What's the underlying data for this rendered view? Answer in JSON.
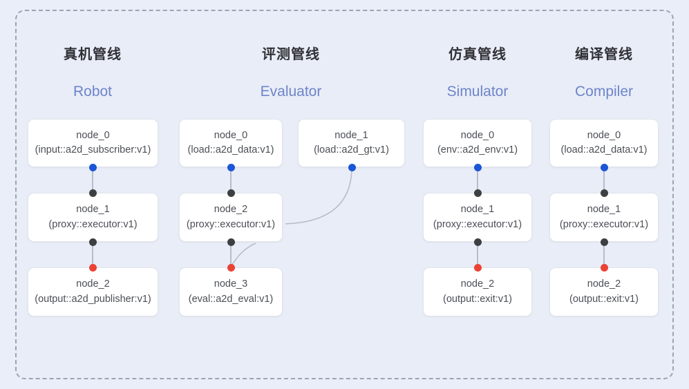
{
  "frame": {
    "border_color": "#9ba3b4",
    "background": "#e9edf8",
    "page_background": "#eaeef8"
  },
  "palette": {
    "port_input": "#1a56d6",
    "port_mid": "#3c4043",
    "port_output": "#ea4335",
    "edge": "#b9bcc6",
    "header_cn": "#2f3135",
    "header_en": "#6d84c8",
    "node_text": "#4b4e55",
    "node_fill": "#ffffff"
  },
  "columns": [
    {
      "id": "robot",
      "title_cn": "真机管线",
      "title_en": "Robot",
      "nodes": [
        {
          "name": "node_0",
          "spec": "(input::a2d_subscriber:v1)"
        },
        {
          "name": "node_1",
          "spec": "(proxy::executor:v1)"
        },
        {
          "name": "node_2",
          "spec": "(output::a2d_publisher:v1)"
        }
      ]
    },
    {
      "id": "evaluator",
      "title_cn": "评测管线",
      "title_en": "Evaluator",
      "nodes": [
        {
          "name": "node_0",
          "spec": "(load::a2d_data:v1)"
        },
        {
          "name": "node_2",
          "spec": "(proxy::executor:v1)"
        },
        {
          "name": "node_3",
          "spec": "(eval::a2d_eval:v1)"
        }
      ],
      "side_nodes": [
        {
          "name": "node_1",
          "spec": "(load::a2d_gt:v1)"
        }
      ]
    },
    {
      "id": "simulator",
      "title_cn": "仿真管线",
      "title_en": "Simulator",
      "nodes": [
        {
          "name": "node_0",
          "spec": "(env::a2d_env:v1)"
        },
        {
          "name": "node_1",
          "spec": "(proxy::executor:v1)"
        },
        {
          "name": "node_2",
          "spec": "(output::exit:v1)"
        }
      ]
    },
    {
      "id": "compiler",
      "title_cn": "编译管线",
      "title_en": "Compiler",
      "nodes": [
        {
          "name": "node_0",
          "spec": "(load::a2d_data:v1)"
        },
        {
          "name": "node_1",
          "spec": "(proxy::executor:v1)"
        },
        {
          "name": "node_2",
          "spec": "(output::exit:v1)"
        }
      ]
    }
  ]
}
